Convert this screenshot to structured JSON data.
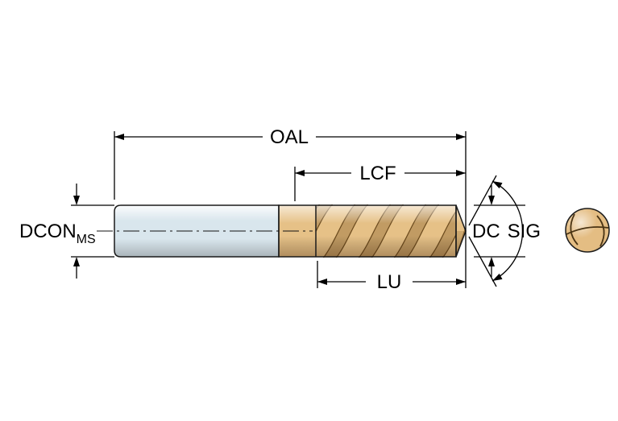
{
  "labels": {
    "oal": "OAL",
    "lcf": "LCF",
    "lu": "LU",
    "dcon": "DCON",
    "dcon_sub": "MS",
    "dc": "DC",
    "sig": "SIG"
  },
  "colors": {
    "background": "#ffffff",
    "outline": "#1a1a1a",
    "dimension_lines": "#000000",
    "shank": "#d9e6ed",
    "flute": "#e6c187",
    "flute_spiral": "#6b4a1d",
    "end_view": "#e4bd83"
  }
}
